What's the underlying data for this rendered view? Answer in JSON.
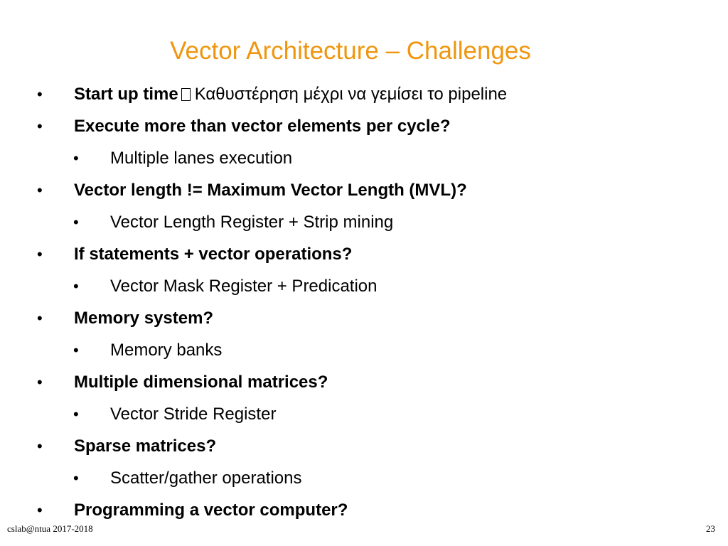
{
  "slide": {
    "title": "Vector Architecture – Challenges",
    "accent_color": "#f0960e",
    "bullet_char": "•",
    "items": [
      {
        "level": 1,
        "bold": "Start up time",
        "glyph": "missing-glyph-arrow",
        "rest": "Καθυστέρηση μέχρι να γεμίσει το pipeline"
      },
      {
        "level": 1,
        "text": "Execute more than vector elements per cycle?"
      },
      {
        "level": 2,
        "text": "Multiple lanes execution"
      },
      {
        "level": 1,
        "text": "Vector length != Maximum Vector Length (MVL)?"
      },
      {
        "level": 2,
        "text": "Vector Length Register + Strip mining"
      },
      {
        "level": 1,
        "text": "If statements + vector operations?"
      },
      {
        "level": 2,
        "text": "Vector Mask Register + Predication"
      },
      {
        "level": 1,
        "text": "Memory system?"
      },
      {
        "level": 2,
        "text": "Memory banks"
      },
      {
        "level": 1,
        "text": "Multiple dimensional matrices?"
      },
      {
        "level": 2,
        "text": "Vector Stride Register"
      },
      {
        "level": 1,
        "text": "Sparse matrices?"
      },
      {
        "level": 2,
        "text": "Scatter/gather operations"
      },
      {
        "level": 1,
        "text": "Programming a vector computer?"
      }
    ]
  },
  "footer": {
    "left": "cslab@ntua 2017-2018",
    "page_number": "23"
  }
}
